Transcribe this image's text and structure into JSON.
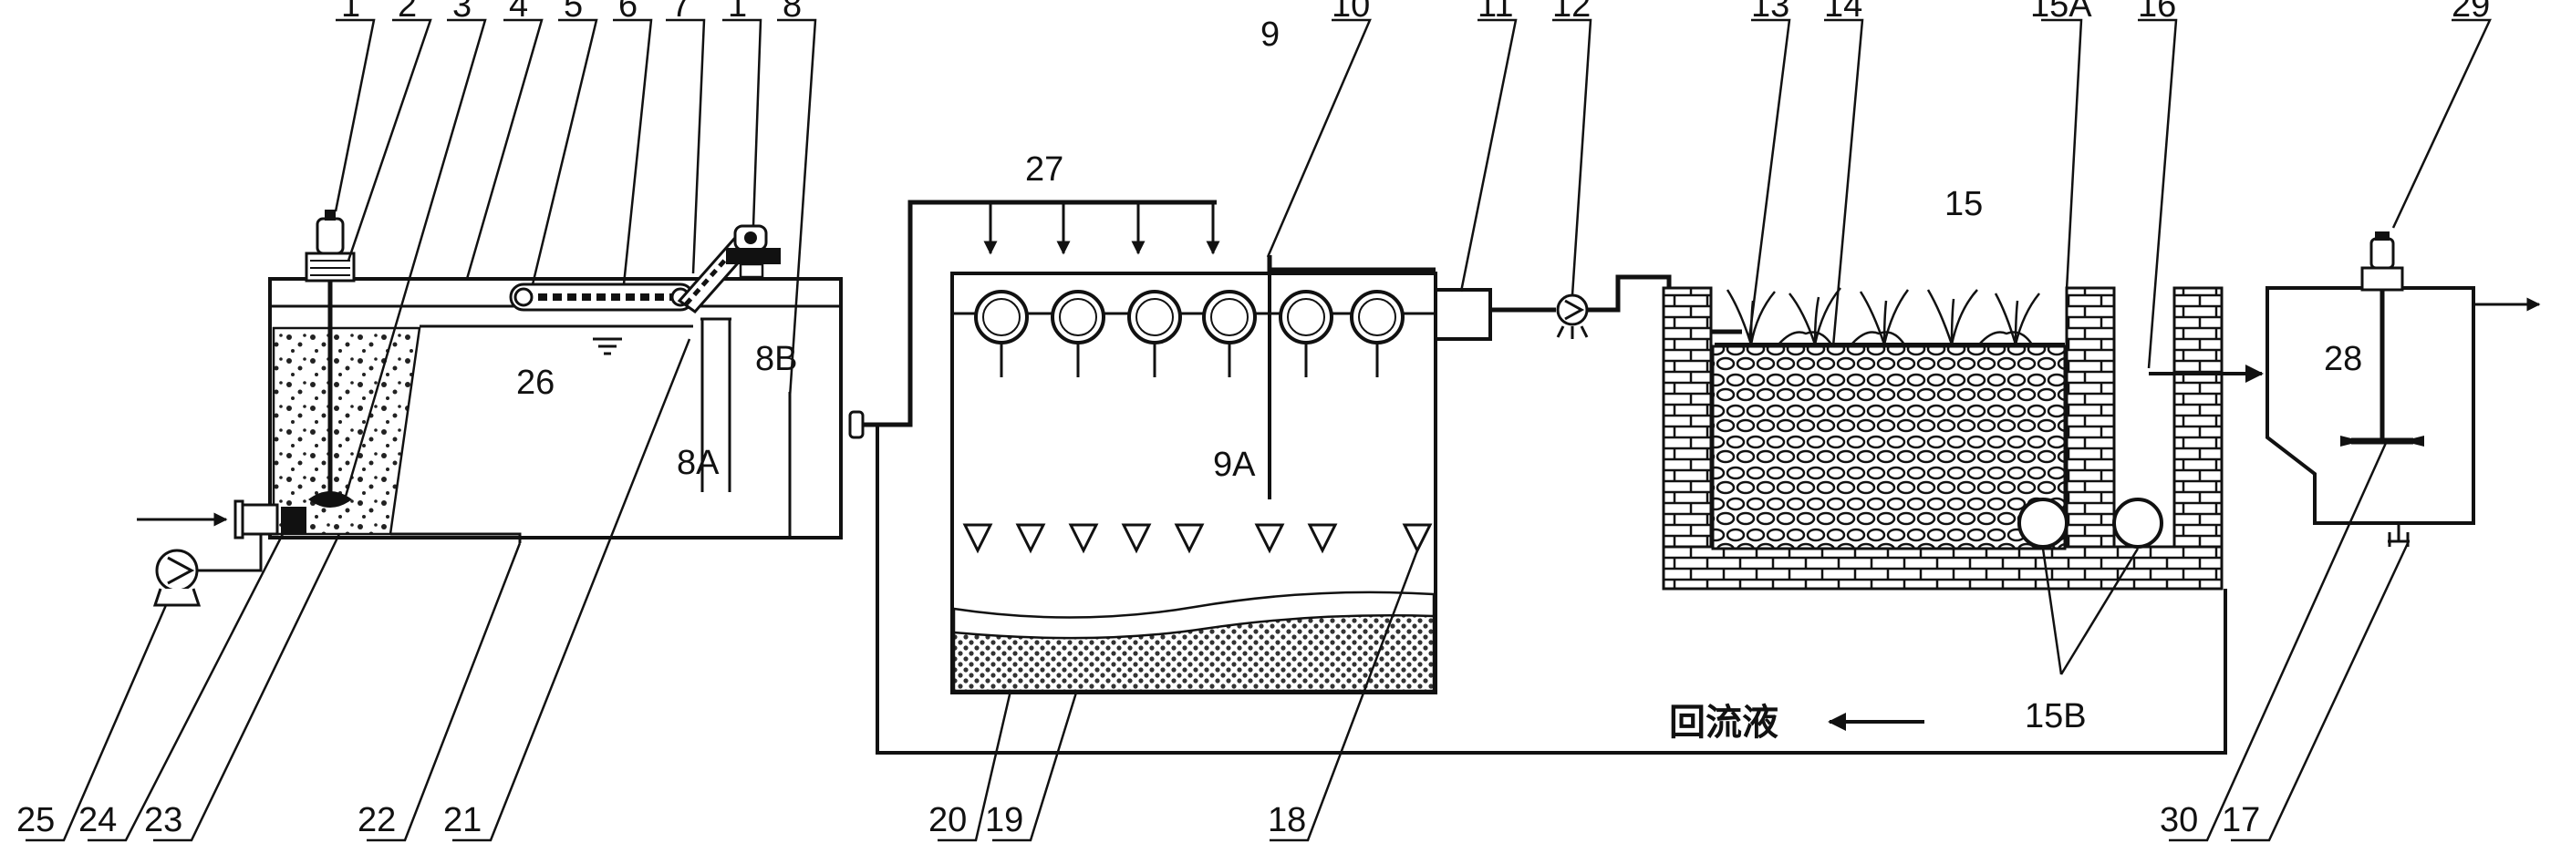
{
  "labels": {
    "n1": "1",
    "n2": "2",
    "n3": "3",
    "n4": "4",
    "n5": "5",
    "n6": "6",
    "n7": "7",
    "n1b": "1",
    "n8": "8",
    "n9": "9",
    "n10": "10",
    "n11": "11",
    "n12": "12",
    "n13": "13",
    "n14": "14",
    "n15A": "15A",
    "n16": "16",
    "n29": "29",
    "n27": "27",
    "n15": "15",
    "n26": "26",
    "n8B": "8B",
    "n8A": "8A",
    "n9A": "9A",
    "n28": "28",
    "n15B": "15B",
    "n25": "25",
    "n24": "24",
    "n23": "23",
    "n22": "22",
    "n21": "21",
    "n20": "20",
    "n19": "19",
    "n18": "18",
    "n30": "30",
    "n17": "17"
  },
  "return_flow_label": "回流液"
}
